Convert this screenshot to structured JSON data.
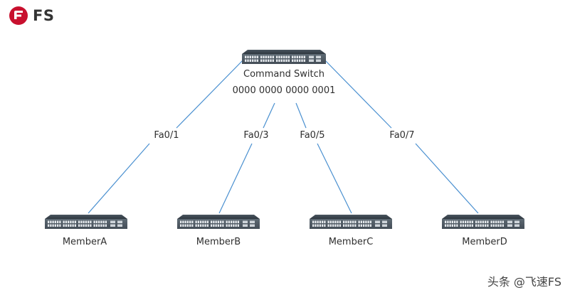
{
  "logo": {
    "text": "FS",
    "brand_color": "#c8102e"
  },
  "command_switch": {
    "name": "Command Switch",
    "mac": "0000 0000 0000 0001",
    "icon": "network-switch-icon"
  },
  "links": [
    {
      "port": "Fa0/1",
      "member": "MemberA"
    },
    {
      "port": "Fa0/3",
      "member": "MemberB"
    },
    {
      "port": "Fa0/5",
      "member": "MemberC"
    },
    {
      "port": "Fa0/7",
      "member": "MemberD"
    }
  ],
  "colors": {
    "link_line": "#4a90d0",
    "switch_body": "#505c66",
    "switch_top": "#3c4650",
    "port_face": "#e6eaee",
    "text": "#2f2f2f"
  },
  "watermark": "头条 @飞速FS"
}
